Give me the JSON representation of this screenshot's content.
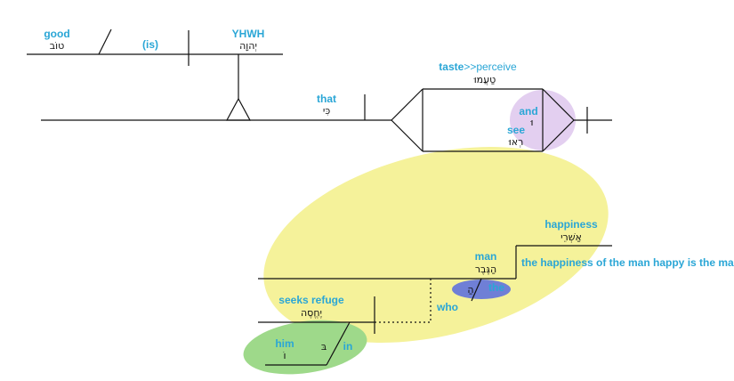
{
  "colors": {
    "english": "#2aa6d6",
    "hebrew": "#111111",
    "highlight_yellow": "#f5f29a",
    "highlight_purple": "#e3cff0",
    "highlight_green": "#9ed98a",
    "highlight_blue": "#6f7fd6"
  },
  "words": {
    "good_en": "good",
    "good_he": "טוֹב",
    "is_en": "(is)",
    "yhwh_en": "YHWH",
    "yhwh_he": "יְהוָה",
    "that_en": "that",
    "that_he": "כִּי",
    "taste_en": "taste",
    "taste_arrow": ">>",
    "taste_gloss": "perceive",
    "taste_he": "טַעֲמוּ",
    "and_en": "and",
    "and_he": "וּ",
    "see_en": "see",
    "see_he": "רְאוּ",
    "happiness_en": "happiness",
    "happiness_he": "אַשְׁרֵי",
    "happiness_gloss": "the happiness of the man happy is the man",
    "man_en": "man",
    "man_he": "הַגֶּבֶר",
    "the_en": "the",
    "the_he": "הַ",
    "who_en": "who",
    "seeks_en": "seeks refuge",
    "seeks_he": "יֶחֱסֶה",
    "him_en": "him",
    "him_he": "וֹ",
    "in_en": "in",
    "in_he": "בּ"
  }
}
